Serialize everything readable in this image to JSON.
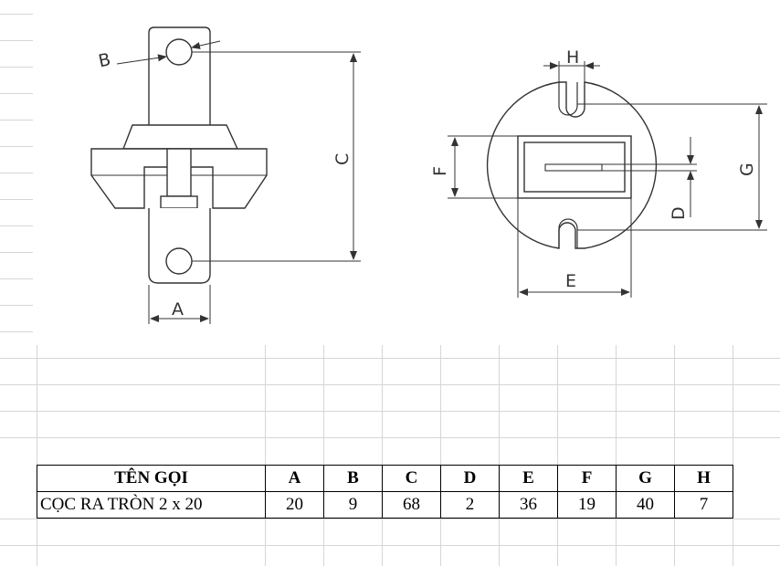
{
  "diagram": {
    "side_view_labels": {
      "a": "A",
      "b": "B",
      "c": "C"
    },
    "top_view_labels": {
      "d": "D",
      "e": "E",
      "f": "F",
      "g": "G",
      "h": "H"
    }
  },
  "spec_table": {
    "headers": [
      "TÊN GỌI",
      "A",
      "B",
      "C",
      "D",
      "E",
      "F",
      "G",
      "H"
    ],
    "rows": [
      [
        "CỌC RA TRÒN  2 x 20",
        "20",
        "9",
        "68",
        "2",
        "36",
        "19",
        "40",
        "7"
      ]
    ]
  },
  "colors": {
    "line": "#333333",
    "grid": "#d4d4d4"
  }
}
